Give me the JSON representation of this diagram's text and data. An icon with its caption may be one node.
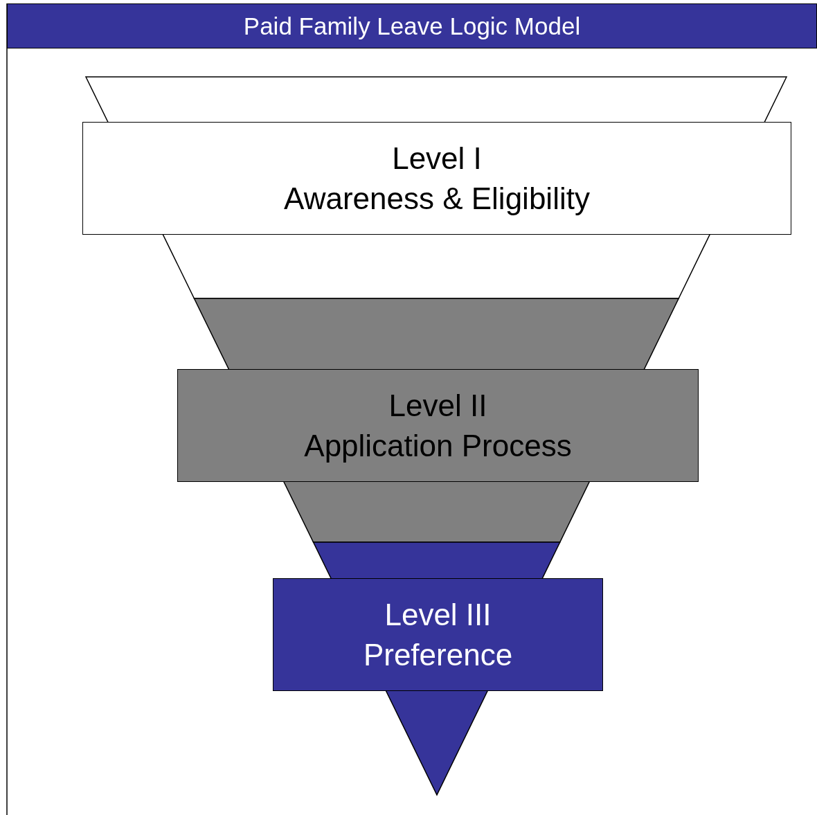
{
  "diagram": {
    "title": "Paid Family Leave Logic Model",
    "nodes": [
      {
        "text": [
          "Level I",
          "Awareness & Eligibility"
        ]
      },
      {
        "text": [
          "Level II",
          "Application Process"
        ]
      },
      {
        "text": [
          "Level III",
          "Preference"
        ]
      }
    ],
    "edges": []
  }
}
